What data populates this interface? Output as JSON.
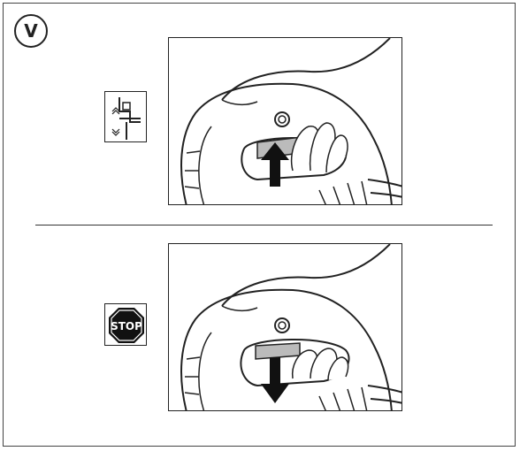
{
  "step": {
    "label": "V"
  },
  "symbols": {
    "speed_icon": "arrow-up-down-speed-icon",
    "stop_icon": "stop-sign-icon",
    "stop_text": "STOP"
  },
  "illustrations": [
    {
      "name": "switch-slide-up",
      "arrow": "up"
    },
    {
      "name": "switch-slide-down",
      "arrow": "down"
    }
  ],
  "colors": {
    "ink": "#222222",
    "paper": "#ffffff",
    "shade": "#bbbbbb"
  }
}
